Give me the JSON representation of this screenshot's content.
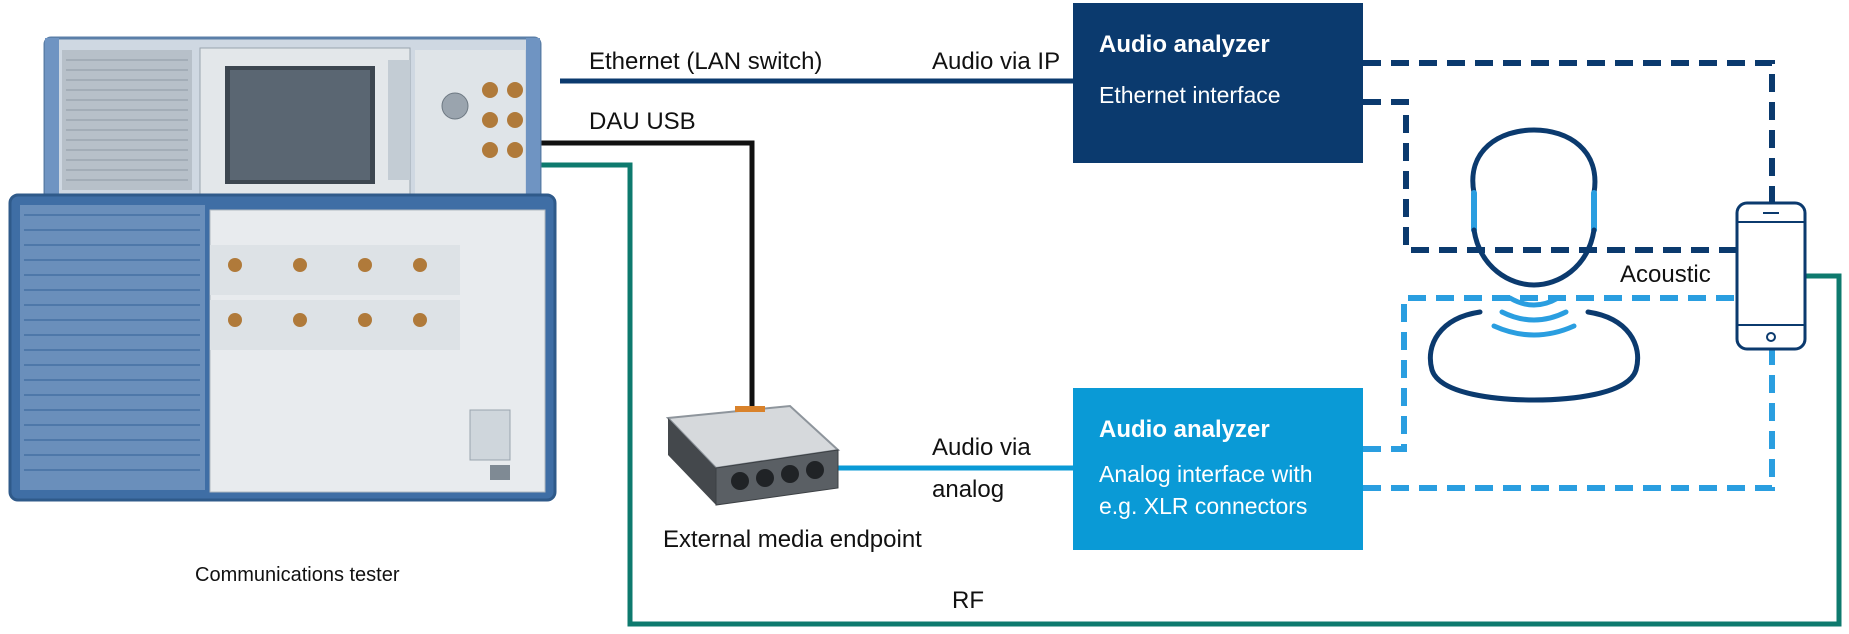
{
  "colors": {
    "dark_blue": "#0b3a6e",
    "light_blue": "#0a9ad6",
    "teal": "#0e7a6e",
    "black": "#111111"
  },
  "labels": {
    "ethernet": "Ethernet (LAN switch)",
    "audio_via_ip": "Audio via IP",
    "dau_usb": "DAU USB",
    "audio_via": "Audio via",
    "analog": "analog",
    "external_media_endpoint": "External media endpoint",
    "communications_tester": "Communications tester",
    "rf": "RF",
    "acoustic": "Acoustic"
  },
  "box_ethernet": {
    "title": "Audio analyzer",
    "subtitle": "Ethernet interface"
  },
  "box_analog": {
    "title": "Audio analyzer",
    "subtitle": "Analog interface with\ne.g. XLR connectors"
  },
  "icons": [
    "communications-tester-device",
    "external-media-endpoint-device",
    "person-icon",
    "smartphone-icon"
  ]
}
